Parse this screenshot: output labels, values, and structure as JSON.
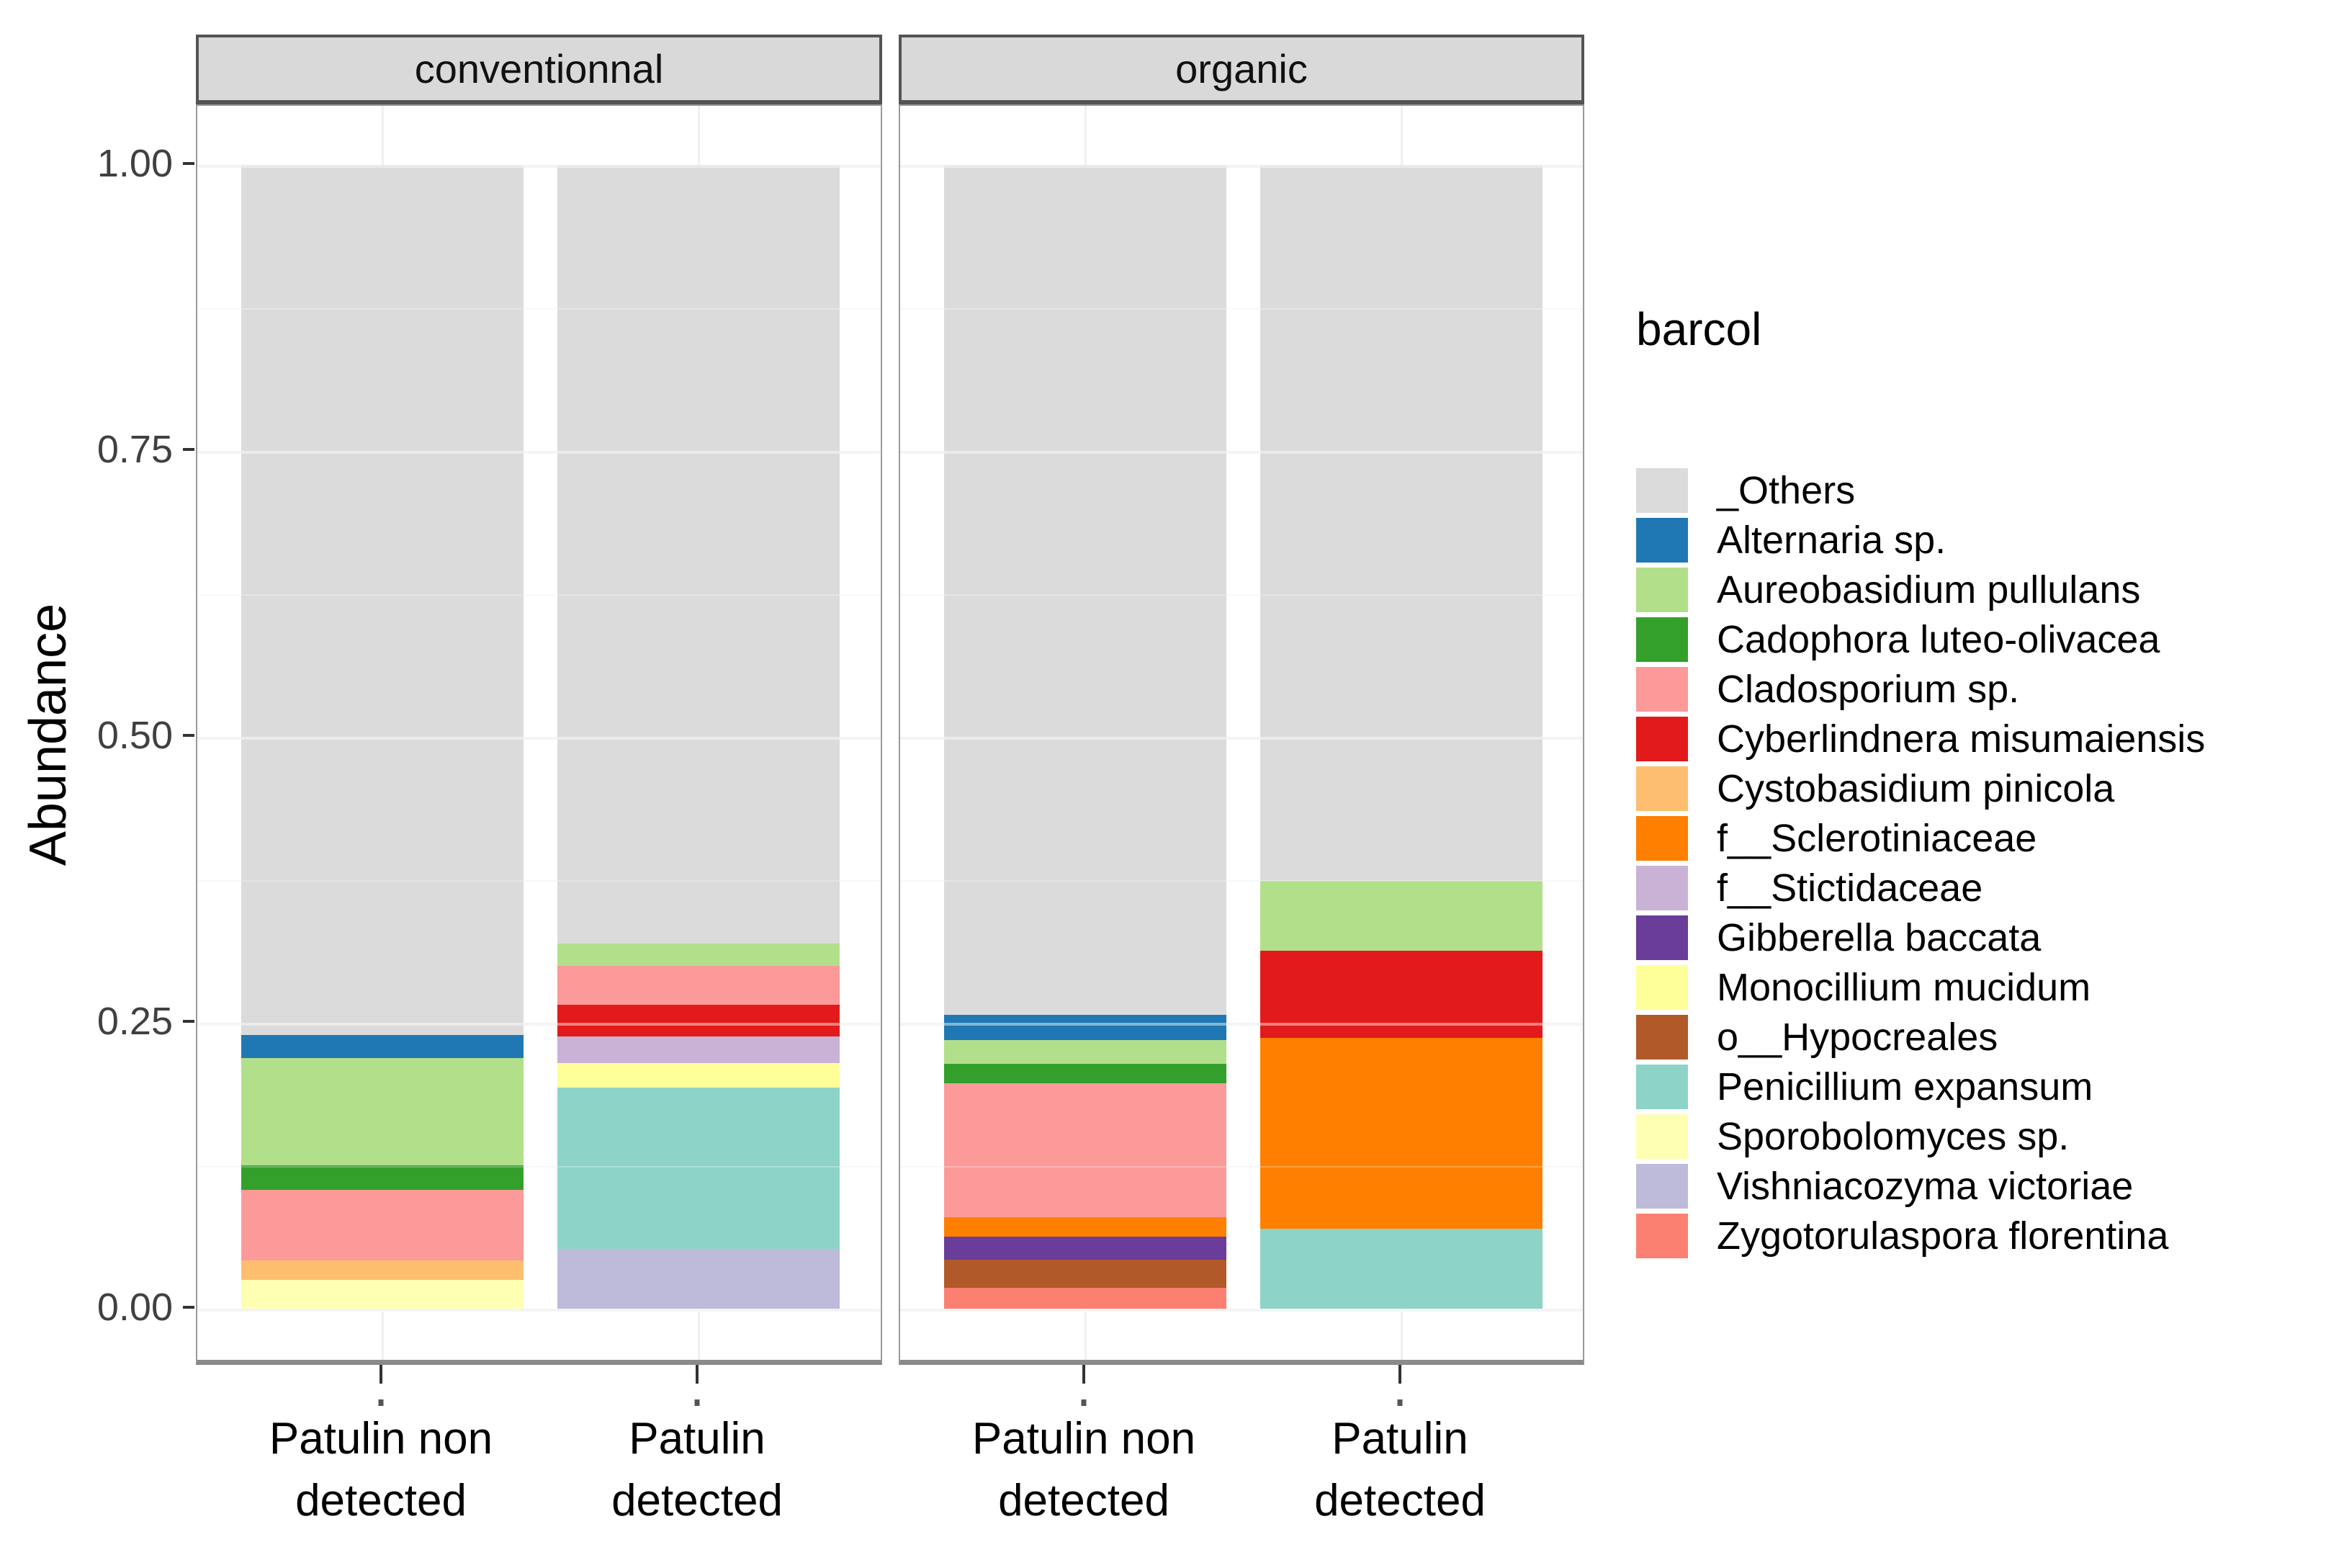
{
  "y_axis": {
    "label": "Abundance",
    "ticks": [
      {
        "label": "1.00",
        "value": 1.0
      },
      {
        "label": "0.75",
        "value": 0.75
      },
      {
        "label": "0.50",
        "value": 0.5
      },
      {
        "label": "0.25",
        "value": 0.25
      },
      {
        "label": "0.00",
        "value": 0.0
      }
    ]
  },
  "legend": {
    "title": "barcol",
    "items": [
      {
        "label": "_Others",
        "color": "#DBDBDB"
      },
      {
        "label": "Alternaria sp.",
        "color": "#1F78B4"
      },
      {
        "label": "Aureobasidium pullulans",
        "color": "#B2DF8A"
      },
      {
        "label": "Cadophora luteo-olivacea",
        "color": "#33A02C"
      },
      {
        "label": "Cladosporium sp.",
        "color": "#FB9A99"
      },
      {
        "label": "Cyberlindnera misumaiensis",
        "color": "#E31A1C"
      },
      {
        "label": "Cystobasidium pinicola",
        "color": "#FDBF6F"
      },
      {
        "label": "f__Sclerotiniaceae",
        "color": "#FF7F00"
      },
      {
        "label": "f__Stictidaceae",
        "color": "#CAB2D6"
      },
      {
        "label": "Gibberella baccata",
        "color": "#6A3D9A"
      },
      {
        "label": "Monocillium mucidum",
        "color": "#FFFF99"
      },
      {
        "label": "o__Hypocreales",
        "color": "#B15928"
      },
      {
        "label": "Penicillium expansum",
        "color": "#8DD3C7"
      },
      {
        "label": "Sporobolomyces sp.",
        "color": "#FFFFB3"
      },
      {
        "label": "Vishniacozyma victoriae",
        "color": "#BEBADA"
      },
      {
        "label": "Zygotorulaspora florentina",
        "color": "#FB8072"
      }
    ]
  },
  "chart_data": {
    "type": "bar",
    "subtype": "stacked-fill-faceted",
    "ylabel": "Abundance",
    "ylim": [
      0,
      1
    ],
    "yticks": [
      1.0,
      0.75,
      0.5,
      0.25,
      0.0
    ],
    "grid": "major 0.25 / minor 0.125, light gray",
    "legend_title": "barcol",
    "legend_position": "right",
    "categories_multiline": [
      [
        "Patulin non",
        "detected"
      ],
      [
        "Patulin",
        "detected"
      ]
    ],
    "colors": {
      "_Others": "#DBDBDB",
      "Alternaria sp.": "#1F78B4",
      "Aureobasidium pullulans": "#B2DF8A",
      "Cadophora luteo-olivacea": "#33A02C",
      "Cladosporium sp.": "#FB9A99",
      "Cyberlindnera misumaiensis": "#E31A1C",
      "Cystobasidium pinicola": "#FDBF6F",
      "f__Sclerotiniaceae": "#FF7F00",
      "f__Stictidaceae": "#CAB2D6",
      "Gibberella baccata": "#6A3D9A",
      "Monocillium mucidum": "#FFFF99",
      "o__Hypocreales": "#B15928",
      "Penicillium expansum": "#8DD3C7",
      "Sporobolomyces sp.": "#FFFFB3",
      "Vishniacozyma victoriae": "#BEBADA",
      "Zygotorulaspora florentina": "#FB8072"
    },
    "facets": [
      {
        "label": "conventionnal",
        "bars": [
          {
            "category": "Patulin non detected",
            "segments_top_to_bottom": [
              {
                "taxon": "_Others",
                "value": 0.761
              },
              {
                "taxon": "Alternaria sp.",
                "value": 0.02
              },
              {
                "taxon": "Aureobasidium pullulans",
                "value": 0.094
              },
              {
                "taxon": "Cadophora luteo-olivacea",
                "value": 0.021
              },
              {
                "taxon": "Cladosporium sp.",
                "value": 0.062
              },
              {
                "taxon": "Cystobasidium pinicola",
                "value": 0.017
              },
              {
                "taxon": "Sporobolomyces sp.",
                "value": 0.025
              }
            ]
          },
          {
            "category": "Patulin detected",
            "segments_top_to_bottom": [
              {
                "taxon": "_Others",
                "value": 0.681
              },
              {
                "taxon": "Aureobasidium pullulans",
                "value": 0.019
              },
              {
                "taxon": "Cladosporium sp.",
                "value": 0.034
              },
              {
                "taxon": "Cyberlindnera misumaiensis",
                "value": 0.028
              },
              {
                "taxon": "f__Stictidaceae",
                "value": 0.023
              },
              {
                "taxon": "Monocillium mucidum",
                "value": 0.022
              },
              {
                "taxon": "Penicillium expansum",
                "value": 0.141
              },
              {
                "taxon": "Vishniacozyma victoriae",
                "value": 0.052
              }
            ]
          }
        ]
      },
      {
        "label": "organic",
        "bars": [
          {
            "category": "Patulin non detected",
            "segments_top_to_bottom": [
              {
                "taxon": "_Others",
                "value": 0.743
              },
              {
                "taxon": "Alternaria sp.",
                "value": 0.022
              },
              {
                "taxon": "Aureobasidium pullulans",
                "value": 0.021
              },
              {
                "taxon": "Cadophora luteo-olivacea",
                "value": 0.017
              },
              {
                "taxon": "Cladosporium sp.",
                "value": 0.117
              },
              {
                "taxon": "f__Sclerotiniaceae",
                "value": 0.017
              },
              {
                "taxon": "Gibberella baccata",
                "value": 0.02
              },
              {
                "taxon": "o__Hypocreales",
                "value": 0.025
              },
              {
                "taxon": "Zygotorulaspora florentina",
                "value": 0.018
              }
            ]
          },
          {
            "category": "Patulin detected",
            "segments_top_to_bottom": [
              {
                "taxon": "_Others",
                "value": 0.626
              },
              {
                "taxon": "Aureobasidium pullulans",
                "value": 0.061
              },
              {
                "taxon": "Cyberlindnera misumaiensis",
                "value": 0.076
              },
              {
                "taxon": "f__Sclerotiniaceae",
                "value": 0.167
              },
              {
                "taxon": "Penicillium expansum",
                "value": 0.07
              }
            ]
          }
        ]
      }
    ]
  }
}
